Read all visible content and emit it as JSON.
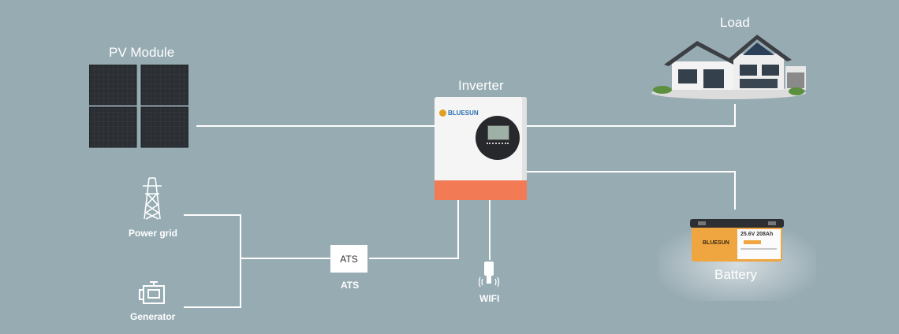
{
  "labels": {
    "pv_module": "PV Module",
    "inverter": "Inverter",
    "load": "Load",
    "battery": "Battery",
    "power_grid": "Power grid",
    "generator": "Generator",
    "ats": "ATS",
    "wifi": "WIFI"
  },
  "ats_box_text": "ATS",
  "inverter_brand": "BLUESUN",
  "battery_brand": "BLUESUN",
  "battery_spec": "25.6V 208Ah",
  "colors": {
    "background": "#97abb3",
    "wire": "#ffffff",
    "inverter_body": "#f4f4f4",
    "inverter_accent": "#f27b56",
    "battery_body": "#f0a640",
    "panel": "#2c2f33"
  }
}
